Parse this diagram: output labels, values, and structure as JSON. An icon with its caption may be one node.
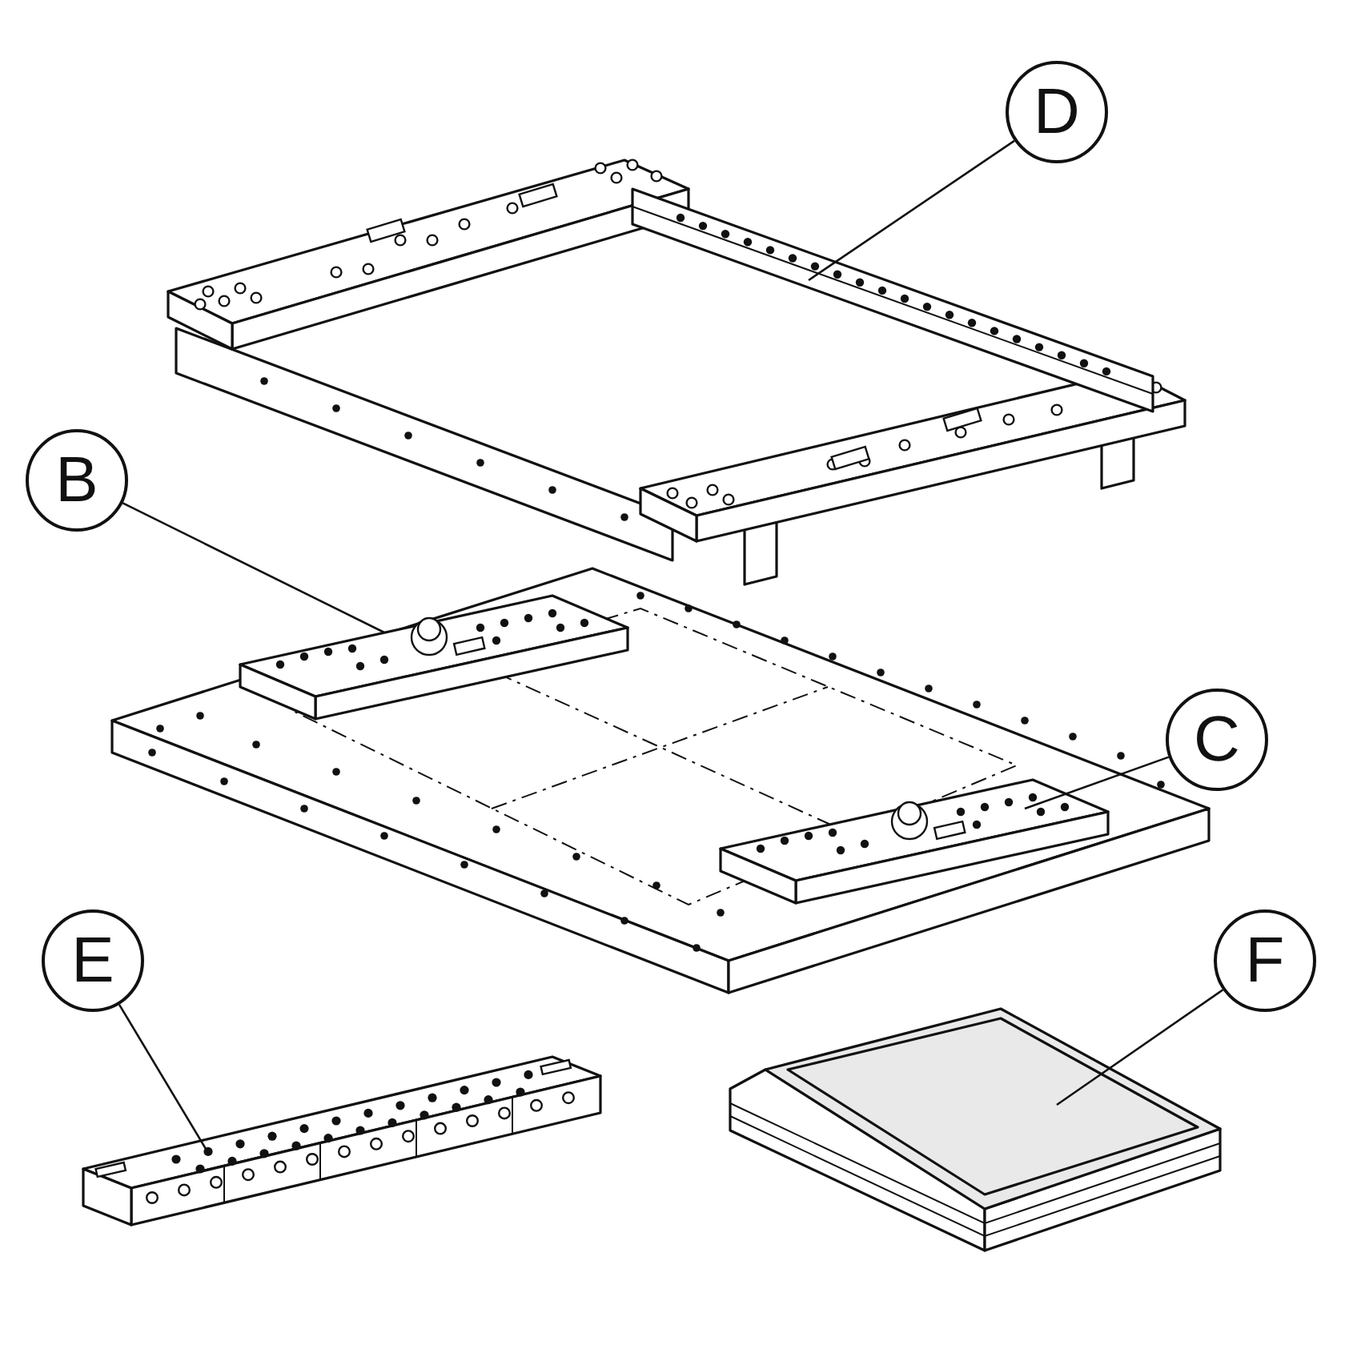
{
  "diagram": {
    "nodes": [
      {
        "text": [
          "D"
        ]
      },
      {
        "text": [
          "B"
        ]
      },
      {
        "text": [
          "C"
        ]
      },
      {
        "text": [
          "E"
        ]
      },
      {
        "text": [
          "F"
        ]
      },
      {
        "text": [],
        "shape": "picture"
      },
      {
        "text": [],
        "shape": "picture"
      },
      {
        "text": [],
        "shape": "picture"
      },
      {
        "text": [],
        "shape": "picture"
      },
      {
        "text": [],
        "shape": "picture"
      }
    ],
    "edges": [
      {
        "from": 0,
        "to": 5,
        "arrow": "none"
      },
      {
        "from": 1,
        "to": 6,
        "arrow": "none"
      },
      {
        "from": 2,
        "to": 7,
        "arrow": "none"
      },
      {
        "from": 3,
        "to": 8,
        "arrow": "none"
      },
      {
        "from": 4,
        "to": 9,
        "arrow": "none"
      }
    ]
  }
}
